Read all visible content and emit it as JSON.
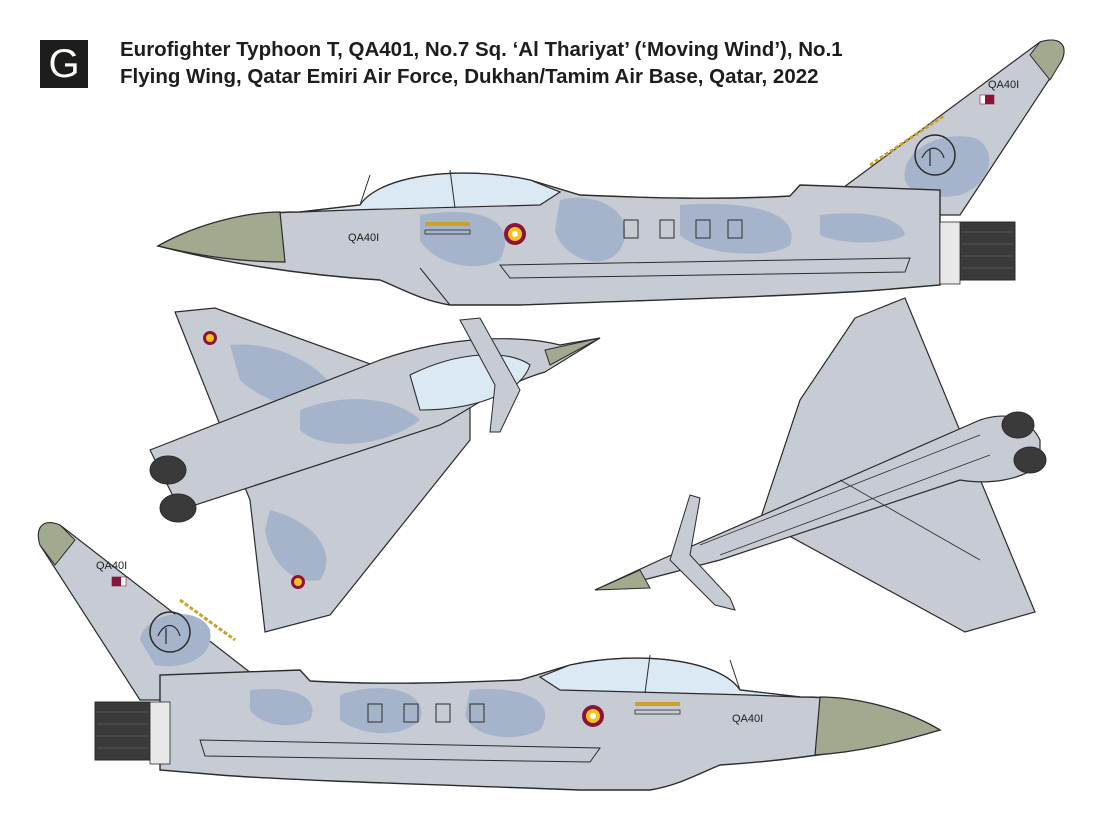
{
  "profile": {
    "letter": "G",
    "title_line1": "Eurofighter Typhoon T, QA401, No.7 Sq. ‘Al Thariyat’ (‘Moving Wind’), No.1",
    "title_line2": "Flying Wing, Qatar Emiri Air Force, Dukhan/Tamim Air Base, Qatar, 2022"
  },
  "markings": {
    "serial": "QA401",
    "fin_serial": "QA40I",
    "nose_serial": "QA40I"
  },
  "colors": {
    "base_grey": "#c6cbd4",
    "camo_blue": "#a6b4cb",
    "radome": "#a1a98f",
    "outline": "#2b2b2b",
    "canopy": "#dbe9f5",
    "roundel_outer": "#8a1538",
    "roundel_inner": "#f7c21b",
    "qatar_maroon": "#8a1538",
    "nozzle": "#3a3a3a"
  },
  "views": [
    "left-side-view",
    "top-view",
    "bottom-view",
    "right-side-view"
  ]
}
